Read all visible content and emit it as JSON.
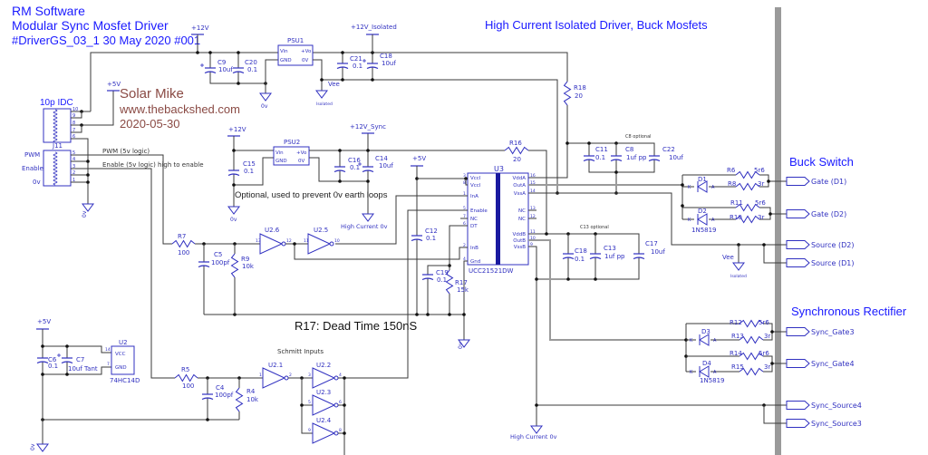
{
  "title": {
    "line1": "RM Software",
    "line2": "Modular Sync Mosfet Driver",
    "line3": "#DriverGS_03_1   30 May 2020 #001"
  },
  "watermark": {
    "author": "Solar Mike",
    "site": "www.thebackshed.com",
    "date": "2020-05-30"
  },
  "sections": {
    "isolated_driver": "High Current Isolated Driver, Buck Mosfets",
    "buck_switch": "Buck Switch",
    "sync_rect": "Synchronous Rectifier"
  },
  "notes": {
    "dead_time": "R17: Dead Time 150nS",
    "optional_psu": "Optional, used to prevent 0v earth loops",
    "schmitt": "Schmitt Inputs",
    "c8_optional": "C8 optional",
    "c13_optional": "C13 optional"
  },
  "power": {
    "p12v_a": "+12V",
    "p12v_iso": "+12V_Isolated",
    "p5v_a": "+5V",
    "p12v_b": "+12V",
    "p12v_sync": "+12V_Sync",
    "p5v_b": "+5V",
    "p5v_c": "+5V",
    "gnd_0v": "0v",
    "gnd_iso": "Isolated",
    "vee": "Vee",
    "high_current_0v": "High Current 0v"
  },
  "connector": {
    "type": "10p IDC",
    "ref": "J11",
    "pins_top": [
      "10",
      "9",
      "8",
      "7",
      "6"
    ],
    "pins_bottom": [
      "5",
      "4",
      "3",
      "2",
      "1"
    ],
    "pwm": "PWM",
    "enable": "Enable",
    "zero": "0v"
  },
  "signals": {
    "pwm": "PWM (5v logic)",
    "enable": "Enable (5v logic) high to enable"
  },
  "psu1": {
    "ref": "PSU1",
    "vin": "Vin",
    "gnd": "GND",
    "vo": "+Vo",
    "ov": "0V"
  },
  "psu2": {
    "ref": "PSU2",
    "vin": "Vin",
    "gnd": "GND",
    "vo": "+Vo",
    "ov": "0V"
  },
  "u3": {
    "ref": "U3",
    "part": "UCC21521DW",
    "left": [
      {
        "pin": "3",
        "name": "Vccl"
      },
      {
        "pin": "8",
        "name": "Vccl"
      },
      {
        "pin": "1",
        "name": "InA"
      },
      {
        "pin": "5",
        "name": "Enable"
      },
      {
        "pin": "7",
        "name": "NC"
      },
      {
        "pin": "6",
        "name": "DT"
      },
      {
        "pin": "2",
        "name": "InB"
      },
      {
        "pin": "4",
        "name": "Gnd"
      }
    ],
    "right": [
      {
        "pin": "16",
        "name": "VddA"
      },
      {
        "pin": "15",
        "name": "OutA"
      },
      {
        "pin": "14",
        "name": "VssA"
      },
      {
        "pin": "13",
        "name": "NC"
      },
      {
        "pin": "12",
        "name": "NC"
      },
      {
        "pin": "11",
        "name": "VddB"
      },
      {
        "pin": "10",
        "name": "OutB"
      },
      {
        "pin": "9",
        "name": "VssB"
      }
    ]
  },
  "u2": {
    "ref": "U2",
    "part": "74HC14D",
    "vcc": "VCC",
    "gnd": "GND",
    "vcc_pin": "14",
    "gnd_pin": "7"
  },
  "gates": {
    "u2_1": "U2.1",
    "u2_2": "U2.2",
    "u2_3": "U2.3",
    "u2_4": "U2.4",
    "u2_5": "U2.5",
    "u2_6": "U2.6"
  },
  "gate_pins": {
    "u2_1_in": "1",
    "u2_1_out": "2",
    "u2_2_in": "3",
    "u2_2_out": "4",
    "u2_3_in": "5",
    "u2_3_out": "6",
    "u2_4_in": "9",
    "u2_4_out": "8",
    "u2_6_in": "13",
    "u2_6_out": "12",
    "u2_5_in": "11",
    "u2_5_out": "10"
  },
  "parts": {
    "C9": {
      "ref": "C9",
      "value": "10uf"
    },
    "C20": {
      "ref": "C20",
      "value": "0.1"
    },
    "C21": {
      "ref": "C21",
      "value": "0.1"
    },
    "C18a": {
      "ref": "C18",
      "value": "10uf"
    },
    "C15": {
      "ref": "C15",
      "value": "0.1"
    },
    "C16": {
      "ref": "C16",
      "value": "0.1"
    },
    "C14": {
      "ref": "C14",
      "value": "10uf"
    },
    "R16": {
      "ref": "R16",
      "value": "20"
    },
    "R18": {
      "ref": "R18",
      "value": "20"
    },
    "C11": {
      "ref": "C11",
      "value": "0.1"
    },
    "C8": {
      "ref": "C8",
      "value": "1uf   pp"
    },
    "C22": {
      "ref": "C22",
      "value": "10uf"
    },
    "C18b": {
      "ref": "C18",
      "value": "0.1"
    },
    "C13": {
      "ref": "C13",
      "value": "1uf   pp"
    },
    "C17": {
      "ref": "C17",
      "value": "10uf"
    },
    "R6": {
      "ref": "R6",
      "value": "5r6"
    },
    "R8": {
      "ref": "R8",
      "value": "3r"
    },
    "R11": {
      "ref": "R11",
      "value": "5r6"
    },
    "R10": {
      "ref": "R10",
      "value": "3r"
    },
    "D1": {
      "ref": "D1"
    },
    "D2": {
      "ref": "D2",
      "value": "1N5819"
    },
    "R12": {
      "ref": "R12",
      "value": "5r6"
    },
    "R13": {
      "ref": "R13",
      "value": "3r"
    },
    "R14": {
      "ref": "R14",
      "value": "5r6"
    },
    "R15": {
      "ref": "R15",
      "value": "3r"
    },
    "D3": {
      "ref": "D3"
    },
    "D4": {
      "ref": "D4",
      "value": "1N5819"
    },
    "R7": {
      "ref": "R7",
      "value": "100"
    },
    "C5": {
      "ref": "C5",
      "value": "100pf"
    },
    "R9": {
      "ref": "R9",
      "value": "10k"
    },
    "C12": {
      "ref": "C12",
      "value": "0.1"
    },
    "C19": {
      "ref": "C19",
      "value": "0.1"
    },
    "R17": {
      "ref": "R17",
      "value": "15k"
    },
    "C6": {
      "ref": "C6",
      "value": "0.1"
    },
    "C7": {
      "ref": "C7",
      "value": "10uf  Tant"
    },
    "R5": {
      "ref": "R5",
      "value": "100"
    },
    "C4": {
      "ref": "C4",
      "value": "100pf"
    },
    "R4": {
      "ref": "R4",
      "value": "10k"
    }
  },
  "ports": {
    "gate_d1": "Gate (D1)",
    "gate_d2": "Gate (D2)",
    "source_d2": "Source (D2)",
    "source_d1": "Source (D1)",
    "sync_gate3": "Sync_Gate3",
    "sync_gate4": "Sync_Gate4",
    "sync_source4": "Sync_Source4",
    "sync_source3": "Sync_Source3"
  },
  "colors": {
    "component": "#3030c0",
    "wire": "#3a3a3a",
    "heading": "#1a1aff",
    "watermark": "#8a4a44",
    "bus": "#9a9a9a"
  }
}
